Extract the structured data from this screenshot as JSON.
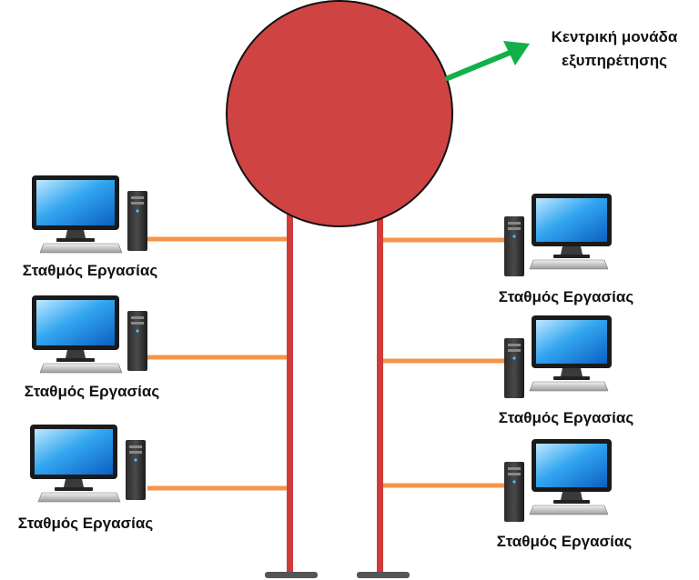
{
  "server": {
    "label_line1": "Κεντρική μονάδα",
    "label_line2": "εξυπηρέτησης"
  },
  "workstations": [
    {
      "side": "left",
      "label": "Σταθμός Εργασίας"
    },
    {
      "side": "left",
      "label": "Σταθμός Εργασίας"
    },
    {
      "side": "left",
      "label": "Σταθμός Εργασίας"
    },
    {
      "side": "right",
      "label": "Σταθμός Εργασίας"
    },
    {
      "side": "right",
      "label": "Σταθμός Εργασίας"
    },
    {
      "side": "right",
      "label": "Σταθμός Εργασίας"
    }
  ],
  "colors": {
    "server": "#d04343",
    "pole": "#cf3c3c",
    "link": "#f5944a",
    "arrow": "#12b04a",
    "base": "#555555"
  }
}
